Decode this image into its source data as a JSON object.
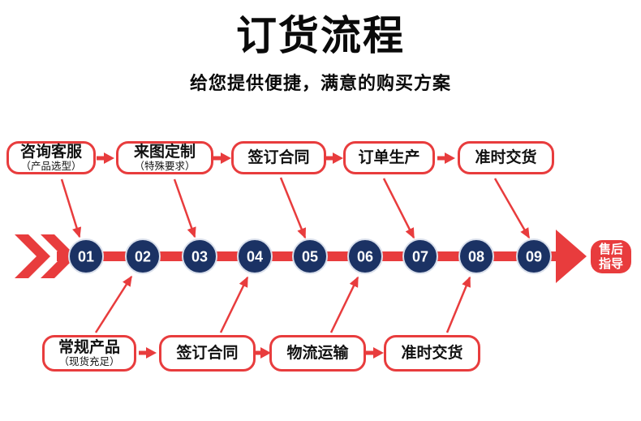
{
  "header": {
    "title": "订货流程",
    "subtitle": "给您提供便捷，满意的购买方案"
  },
  "top_row": {
    "items": [
      {
        "title": "咨询客服",
        "subtitle": "（产品选型）"
      },
      {
        "title": "来图定制",
        "subtitle": "（特殊要求）"
      },
      {
        "title": "签订合同",
        "subtitle": ""
      },
      {
        "title": "订单生产",
        "subtitle": ""
      },
      {
        "title": "准时交货",
        "subtitle": ""
      }
    ]
  },
  "bottom_row": {
    "items": [
      {
        "title": "常规产品",
        "subtitle": "（现货充足）"
      },
      {
        "title": "签订合同",
        "subtitle": ""
      },
      {
        "title": "物流运输",
        "subtitle": ""
      },
      {
        "title": "准时交货",
        "subtitle": ""
      }
    ]
  },
  "timeline": {
    "steps": [
      "01",
      "02",
      "03",
      "04",
      "05",
      "06",
      "07",
      "08",
      "09"
    ],
    "end_badge": {
      "line1": "售后",
      "line2": "指导"
    }
  },
  "colors": {
    "accent_red": "#e83c3d",
    "circle_navy": "#1b3264",
    "text_black": "#0a0a0a",
    "white": "#ffffff"
  }
}
